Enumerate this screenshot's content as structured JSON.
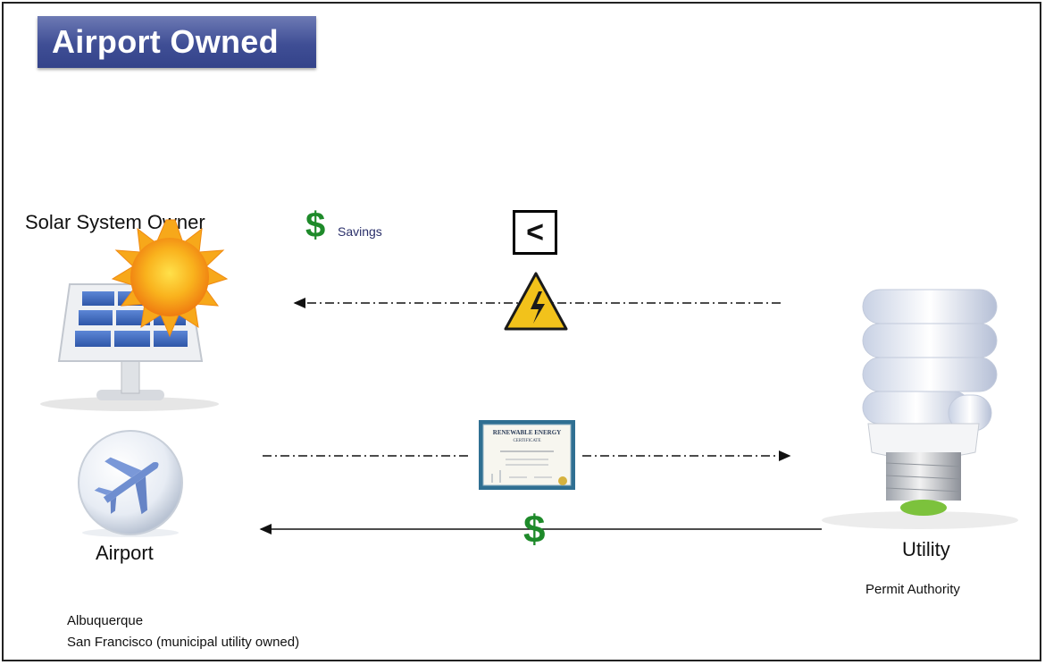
{
  "title": "Airport Owned",
  "owner_label": "Solar System Owner",
  "savings": {
    "symbol": "$",
    "label": "Savings"
  },
  "comparison_symbol": "<",
  "certificate": {
    "heading": "RENEWABLE ENERGY",
    "subheading": "CERTIFICATE"
  },
  "payment_symbol": "$",
  "airport_label": "Airport",
  "utility_label": "Utility",
  "permit_label": "Permit Authority",
  "notes": [
    "Albuquerque",
    "San Francisco (municipal utility owned)"
  ],
  "colors": {
    "banner": "#3f4e95",
    "money_green": "#1e8a2a",
    "warning_yellow": "#f2c21b",
    "panel_blue": "#3a62b6",
    "sun_orange": "#f79a12"
  },
  "icons": [
    "solar-panel-icon",
    "sun-icon",
    "airplane-icon",
    "lightbulb-icon",
    "high-voltage-warning-icon",
    "certificate-icon"
  ]
}
